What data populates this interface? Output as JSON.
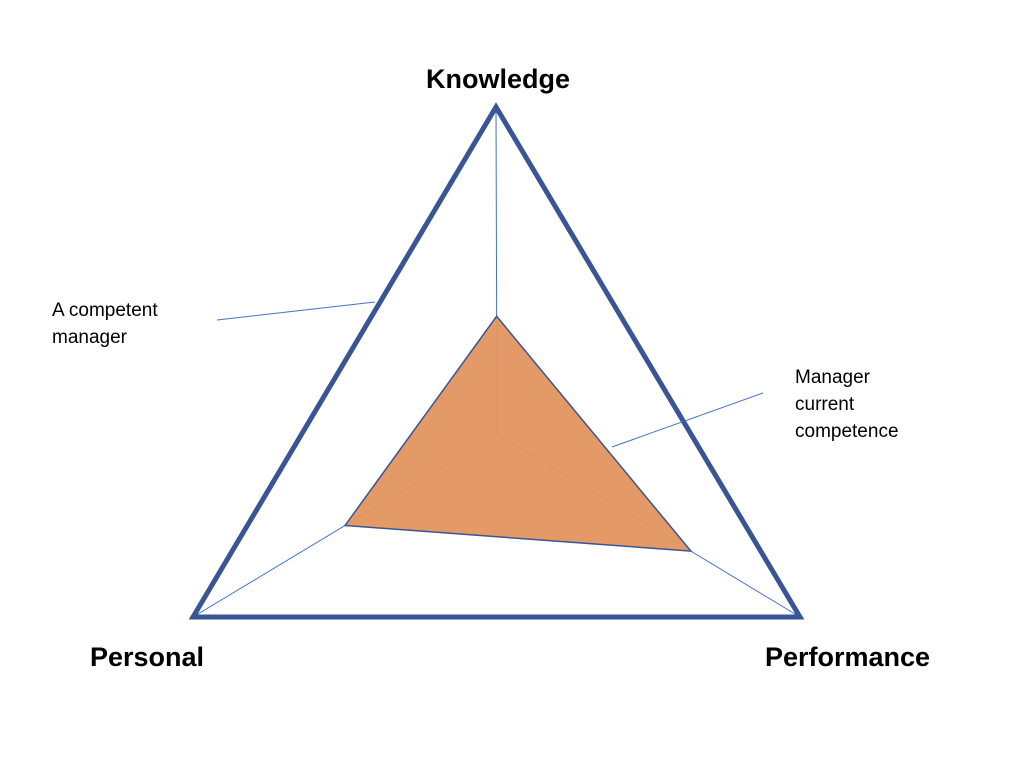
{
  "diagram": {
    "type": "radar",
    "axes": [
      "Knowledge",
      "Performance",
      "Personal"
    ],
    "scale_max": 1,
    "series": [
      {
        "name": "A competent manager",
        "values": [
          1,
          1,
          1
        ],
        "stroke": "#3A5594",
        "fill": "none"
      },
      {
        "name": "Manager current competence",
        "values": [
          0.36,
          0.64,
          0.5
        ],
        "stroke": "#3A5594",
        "fill": "#E3955F"
      }
    ],
    "axis_color": "#4472C4"
  },
  "labels": {
    "knowledge": "Knowledge",
    "personal": "Personal",
    "performance": "Performance",
    "competent_line1": "A competent",
    "competent_line2": "manager",
    "current_line1": "Manager",
    "current_line2": "current",
    "current_line3": "competence"
  }
}
